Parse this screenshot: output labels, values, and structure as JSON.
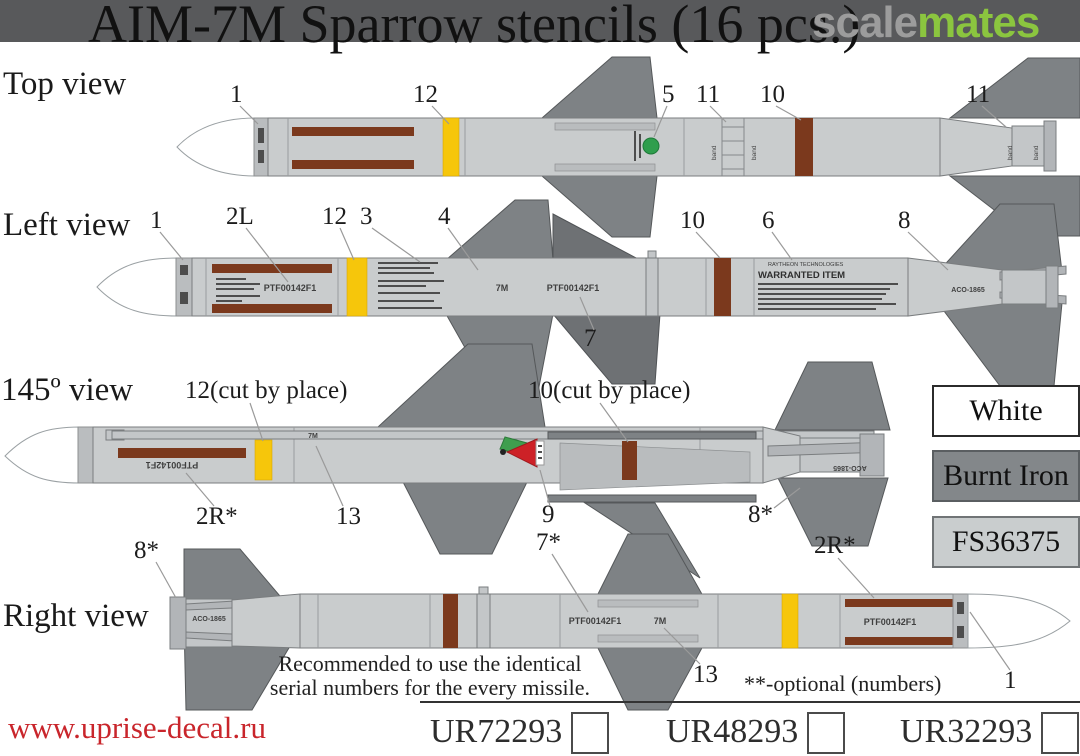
{
  "title": "AIM-7M Sparrow stencils (16 pcs.)",
  "watermark": {
    "part1": "scale",
    "part2": "mates"
  },
  "views": {
    "top": {
      "label": "Top view",
      "callouts": [
        "1",
        "12",
        "5",
        "11",
        "10",
        "11"
      ]
    },
    "left": {
      "label": "Left view",
      "callouts": [
        "1",
        "2L",
        "12",
        "3",
        "4",
        "10",
        "6",
        "8",
        "7"
      ]
    },
    "deg145": {
      "label": "145º view",
      "callouts": [
        "12(cut by place)",
        "10(cut by place)",
        "2R*",
        "13",
        "9",
        "8*"
      ]
    },
    "right": {
      "label": "Right view",
      "callouts": [
        "8*",
        "7*",
        "2R*",
        "13",
        "1"
      ]
    }
  },
  "stencils": {
    "serial": "PTF00142F1",
    "model": "7M",
    "aco": "ACO-1865",
    "raytheon_line1": "RAYTHEON TECHNOLOGIES",
    "raytheon_line2": "WARRANTED ITEM",
    "band": "band"
  },
  "swatches": [
    {
      "label": "White",
      "color": "#ffffff"
    },
    {
      "label": "Burnt Iron",
      "color": "#83878a"
    },
    {
      "label": "FS36375",
      "color": "#c9cdce"
    }
  ],
  "notes": {
    "serial_note_line1": "Recommended to use the identical",
    "serial_note_line2": "serial numbers for the every missile.",
    "optional_note": "**-optional (numbers)"
  },
  "footer": {
    "website": "www.uprise-decal.ru",
    "products": [
      {
        "code": "UR72293"
      },
      {
        "code": "UR48293"
      },
      {
        "code": "UR32293"
      }
    ]
  },
  "colors": {
    "title_bar": "#58595b",
    "body_gray": "#c9cccd",
    "wing_gray": "#7e8285",
    "burnt_iron_stripe": "#7b391d",
    "yellow_band": "#f6c60b",
    "green_dot": "#2f9e4d",
    "red_flag": "#cd2127",
    "emblem_green": "#3f9e4e",
    "website_red": "#c9252b",
    "watermark_gray": "#9c9c9c",
    "watermark_green": "#8bc53f"
  }
}
